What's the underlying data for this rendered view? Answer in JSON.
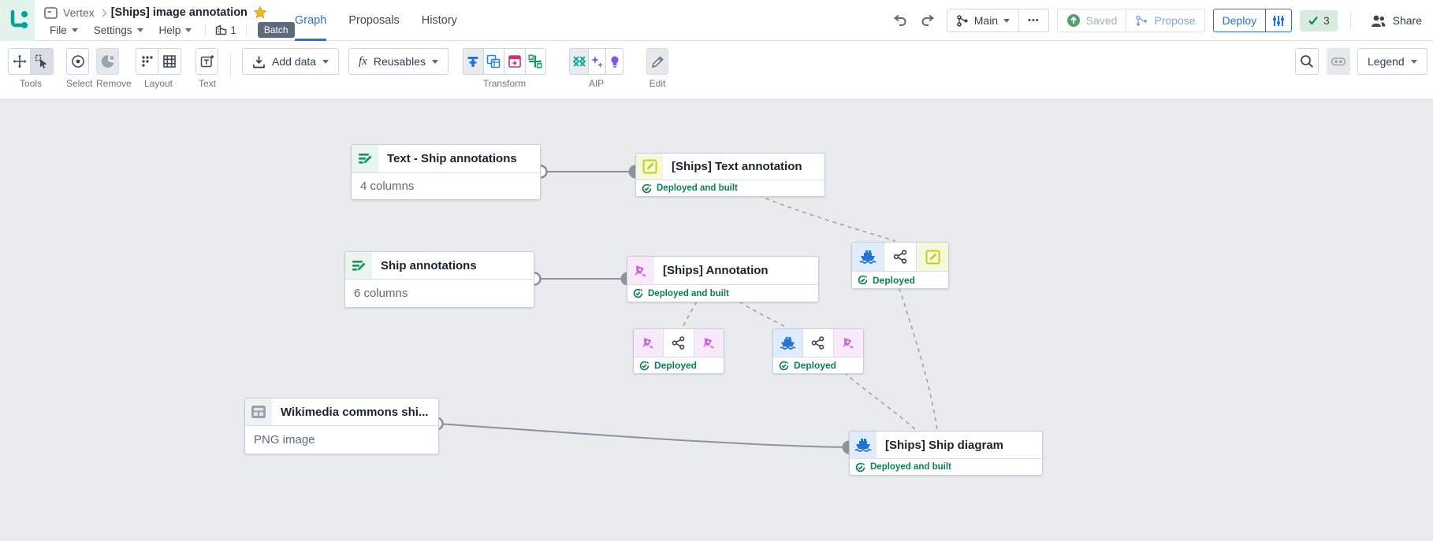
{
  "header": {
    "app": "Vertex",
    "doc_title": "[Ships] image annotation",
    "menus": {
      "file": "File",
      "settings": "Settings",
      "help": "Help"
    },
    "resource_count": "1",
    "batch_label": "Batch",
    "tabs": {
      "graph": "Graph",
      "proposals": "Proposals",
      "history": "History"
    },
    "branch_label": "Main",
    "overflow_label": "•••",
    "saved_label": "Saved",
    "propose_label": "Propose",
    "deploy_label": "Deploy",
    "checks_count": "3",
    "share_label": "Share"
  },
  "toolbar": {
    "labels": {
      "tools": "Tools",
      "select": "Select",
      "remove": "Remove",
      "layout": "Layout",
      "text": "Text",
      "transform": "Transform",
      "aip": "AIP",
      "edit": "Edit"
    },
    "add_data_label": "Add data",
    "reusables_fx": "fx",
    "reusables_label": "Reusables",
    "legend_label": "Legend"
  },
  "canvas": {
    "nodes": [
      {
        "title": "Text - Ship annotations",
        "subtitle": "4 columns",
        "icon": "dataset-edit"
      },
      {
        "title": "[Ships] Text annotation",
        "status": "Deployed and built",
        "icon": "annotation-square"
      },
      {
        "title": "Ship annotations",
        "subtitle": "6 columns",
        "icon": "dataset-edit"
      },
      {
        "title": "[Ships] Annotation",
        "status": "Deployed and built",
        "icon": "pen-nib"
      },
      {
        "icons": [
          "ship",
          "share",
          "annotation-square"
        ],
        "status": "Deployed"
      },
      {
        "icons": [
          "pen-nib",
          "share",
          "pen-nib"
        ],
        "status": "Deployed"
      },
      {
        "icons": [
          "ship",
          "share",
          "pen-nib"
        ],
        "status": "Deployed"
      },
      {
        "title": "Wikimedia commons shi...",
        "subtitle": "PNG image",
        "icon": "media-card"
      },
      {
        "title": "[Ships] Ship diagram",
        "status": "Deployed and built",
        "icon": "ship"
      }
    ]
  },
  "colors": {
    "accent_blue": "#2d72d2",
    "success_green": "#0d8050",
    "logo_teal": "#00a396",
    "lime": "#c3d117",
    "orchid": "#cd63e0",
    "ship_blue": "#2176d2",
    "canvas_bg": "#e9ebef"
  }
}
